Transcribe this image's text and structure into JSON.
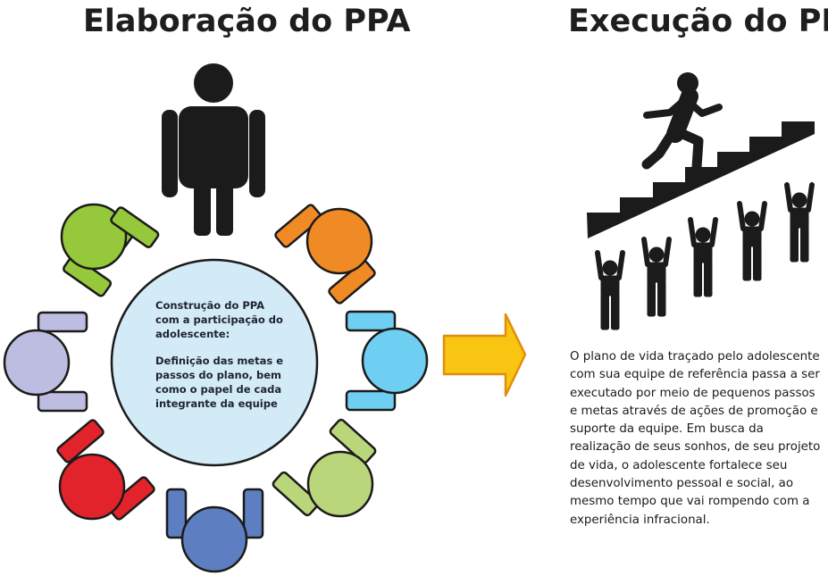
{
  "left": {
    "title": "Elaboração do PPA",
    "center": {
      "heading": "Construção do PPA com a participação do adolescente:",
      "body": "Definição das metas e passos do plano, bem como o papel de cada integrante da equipe"
    }
  },
  "right": {
    "title": "Execução do PPA",
    "description": "O plano de vida traçado pelo adolescente com sua equipe de referência passa a ser executado por meio de pequenos passos e metas através de ações de promoção e suporte da equipe. Em busca da realização de seus sonhos, de seu projeto de vida, o adolescente fortalece seu desenvolvimento pessoal e social, ao mesmo tempo que vai rompendo com a experiência infracional."
  },
  "colors": {
    "figure": "#1b1b1b",
    "table": "#d3eaf7",
    "arrow": "#f7c512",
    "arrow_stroke": "#e08e0b",
    "green": "#95c83a",
    "orange": "#f08a24",
    "blue": "#6fcff2",
    "lime": "#b9d77a",
    "navy": "#5d7fc2",
    "red": "#e3232b",
    "lavender": "#bcbde0"
  },
  "icons": [
    "person-standing-icon",
    "person-climbing-stairs-icon",
    "cheering-person-icon",
    "right-arrow-icon"
  ]
}
